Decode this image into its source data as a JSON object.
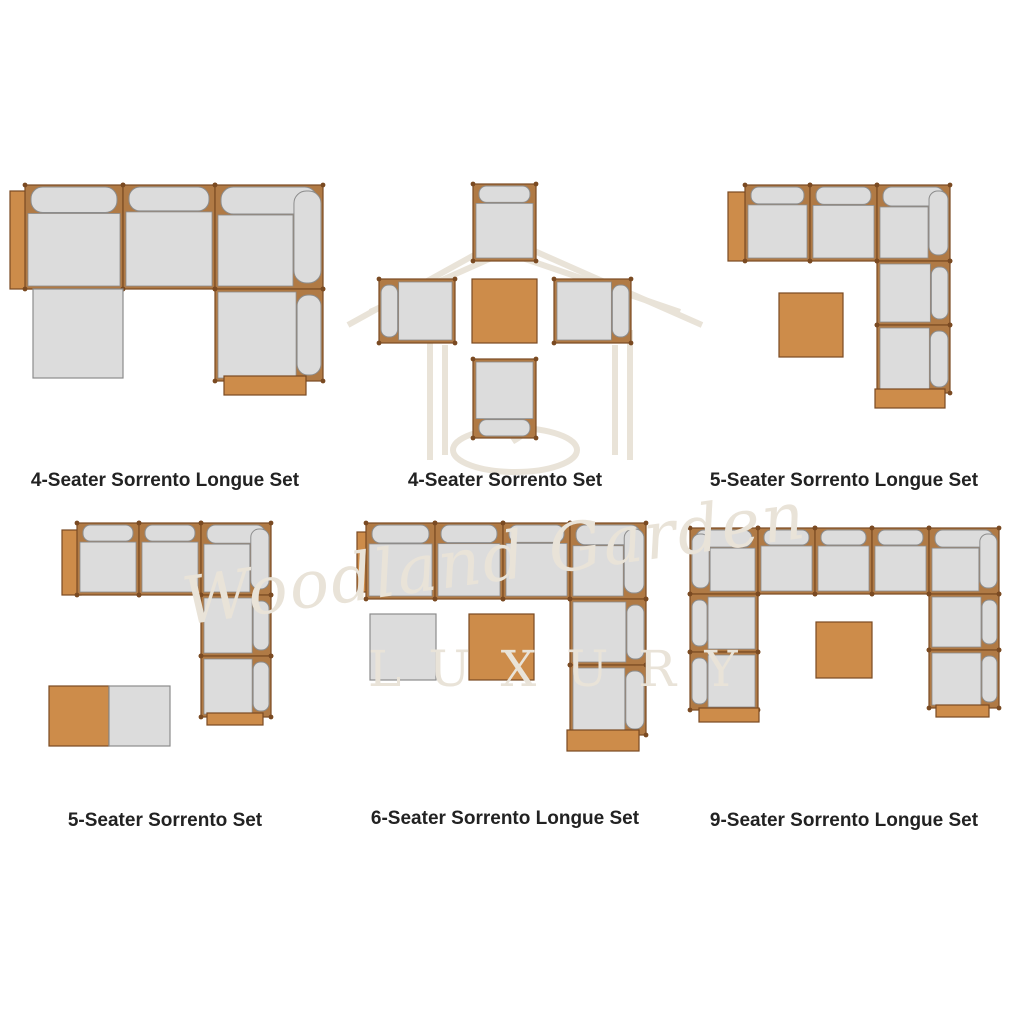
{
  "colors": {
    "wood": "#cd8c4a",
    "wood_edge": "#7a4a22",
    "cushion": "#dcdcdc",
    "cushion_edge": "#8c8c8c",
    "frame": "#b07a45",
    "watermark": "#e9e3d8",
    "caption": "#222222"
  },
  "watermark": {
    "script": "Woodland Garden",
    "luxury": "LUXURY"
  },
  "sets": [
    {
      "caption": "4-Seater Sorrento Longue Set"
    },
    {
      "caption": "4-Seater Sorrento Set"
    },
    {
      "caption": "5-Seater Sorrento Longue Set"
    },
    {
      "caption": "5-Seater Sorrento Set"
    },
    {
      "caption": "6-Seater Sorrento Longue Set"
    },
    {
      "caption": "9-Seater Sorrento Longue Set"
    }
  ]
}
